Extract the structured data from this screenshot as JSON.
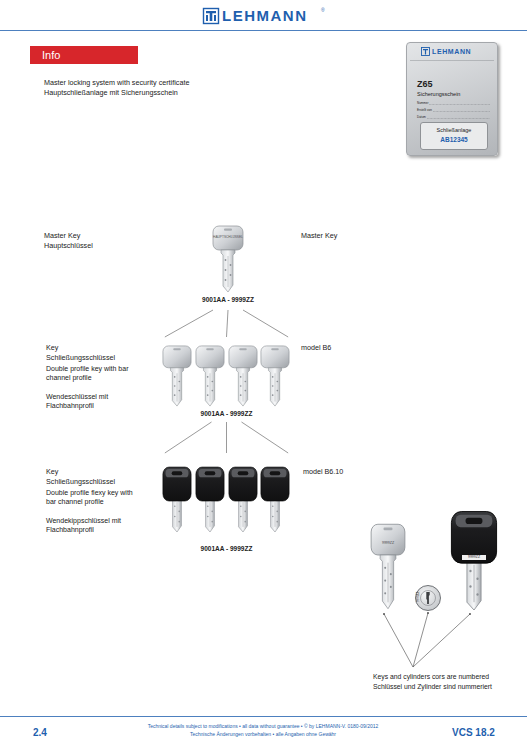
{
  "diagram": {
    "nodes": [
      {
        "text": [
          "Info"
        ]
      },
      {
        "text": [
          "LEHMANN",
          "Z65",
          "Sicherungsschein",
          "Nummer",
          "Erstellt von",
          "Datum"
        ]
      },
      {
        "text": [
          "Schließanlage",
          "AB12345"
        ],
        "in": 1
      },
      {
        "text": [
          "HAUPTSCHLÜSSEL",
          "9001AA - 9999ZZ"
        ]
      },
      {
        "text": [
          "9001AA - 9999ZZ"
        ]
      },
      {
        "text": [
          "9001AA - 9999ZZ"
        ]
      },
      {
        "text": [
          "9999ZZ"
        ]
      },
      {
        "text": [
          "9999ZZ"
        ]
      },
      {
        "text": [
          "9999ZZ"
        ]
      }
    ],
    "edges": [
      {
        "from": 3,
        "to": 4,
        "arrow": "none"
      },
      {
        "from": 3,
        "to": 4,
        "arrow": "none"
      },
      {
        "from": 3,
        "to": 4,
        "arrow": "none"
      },
      {
        "from": 4,
        "to": 5,
        "arrow": "none"
      },
      {
        "from": 4,
        "to": 5,
        "arrow": "none"
      },
      {
        "from": 4,
        "to": 5,
        "arrow": "none"
      }
    ],
    "labels": [
      "LEHMANN",
      "®",
      "Master locking system with security certificate",
      "Hauptschließanlage mit Sicherungsschein",
      "Master Key",
      "Hauptschlüssel",
      "Master Key",
      "Key",
      "Schließungsschlüssel",
      "Double profile key with bar channel profile",
      "Wendeschlüssel mit Flachbahnprofil",
      "model B6",
      "Key",
      "Schließungsschlüssel",
      "Double profile flexy key with bar channel profile",
      "Wendekippschlüssel mit Flachbahnprofil",
      "model B6.10",
      "Keys and cylinders cors are numbered",
      "Schlüssel und Zylinder sind nummeriert",
      "2.4",
      "Technical details subject to modifications • all data without guarantee • © by LEHMANN-V. 0180-09/2012",
      "Technische Änderungen vorbehalten • alle Angaben ohne Gewähr",
      "VCS 18.2"
    ]
  }
}
